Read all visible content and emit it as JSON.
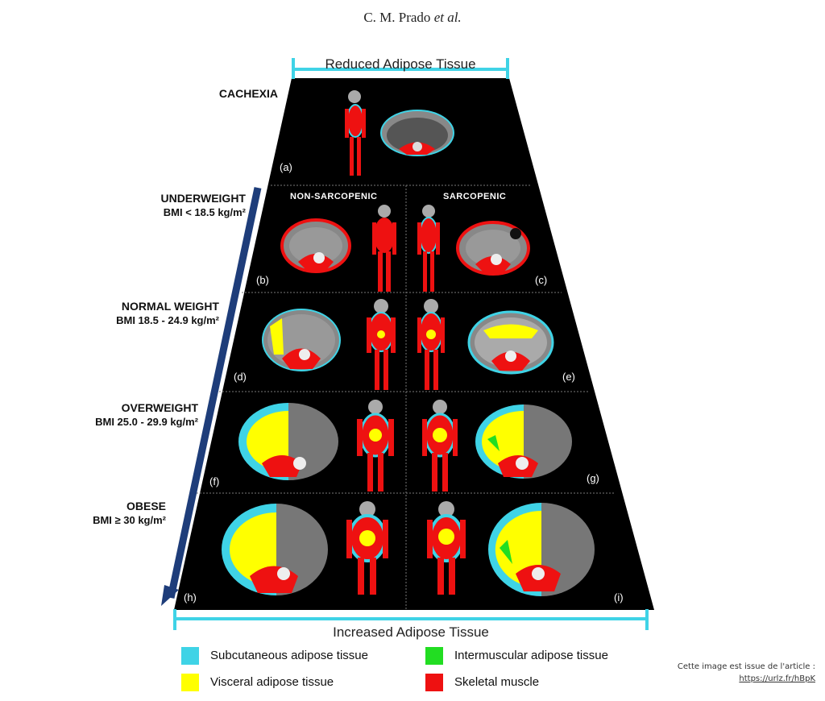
{
  "header": {
    "author": "C. M. Prado",
    "etal": "et al."
  },
  "top_bracket": {
    "label": "Reduced Adipose Tissue"
  },
  "bottom_bracket": {
    "label": "Increased Adipose Tissue"
  },
  "categories": [
    {
      "name": "CACHEXIA",
      "bmi": ""
    },
    {
      "name": "UNDERWEIGHT",
      "bmi": "BMI < 18.5 kg/m²"
    },
    {
      "name": "NORMAL WEIGHT",
      "bmi": "BMI 18.5 - 24.9 kg/m²"
    },
    {
      "name": "OVERWEIGHT",
      "bmi": "BMI 25.0 - 29.9 kg/m²"
    },
    {
      "name": "OBESE",
      "bmi": "BMI ≥ 30 kg/m²"
    }
  ],
  "columns": {
    "left": "NON-SARCOPENIC",
    "right": "SARCOPENIC"
  },
  "panels": [
    "(a)",
    "(b)",
    "(c)",
    "(d)",
    "(e)",
    "(f)",
    "(g)",
    "(h)",
    "(i)"
  ],
  "legend": [
    {
      "label": "Subcutaneous adipose tissue",
      "color": "#3fd3e6"
    },
    {
      "label": "Visceral adipose tissue",
      "color": "#ffff00"
    },
    {
      "label": "Intermuscular adipose tissue",
      "color": "#22dd22"
    },
    {
      "label": "Skeletal muscle",
      "color": "#ee1111"
    }
  ],
  "credit": {
    "line1": "Cette image est issue de l'article :",
    "link": "https://urlz.fr/hBpK"
  }
}
